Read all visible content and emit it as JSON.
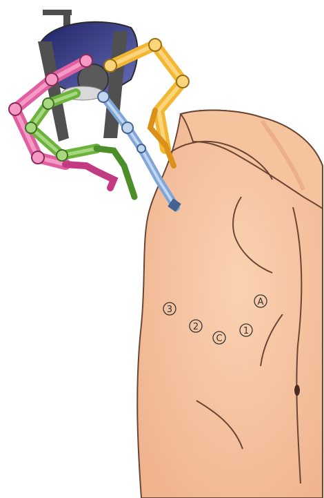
{
  "figure": {
    "port_markers": [
      {
        "id": "port-3",
        "label": "3"
      },
      {
        "id": "port-a",
        "label": "A"
      },
      {
        "id": "port-2",
        "label": "2"
      },
      {
        "id": "port-c",
        "label": "C"
      },
      {
        "id": "port-1",
        "label": "1"
      }
    ],
    "colors": {
      "skin": "#f8c7a3",
      "skin_shadow": "#eaa987",
      "outline": "#5a3a2a",
      "robot_base_dark": "#3b3f86",
      "robot_frame": "#4d4d4d",
      "arm_pink": "#e05fa0",
      "arm_green": "#6cb33e",
      "arm_blue": "#7fa6d8",
      "arm_yellow": "#f2b630",
      "joint_gray": "#bdbdbd"
    }
  }
}
